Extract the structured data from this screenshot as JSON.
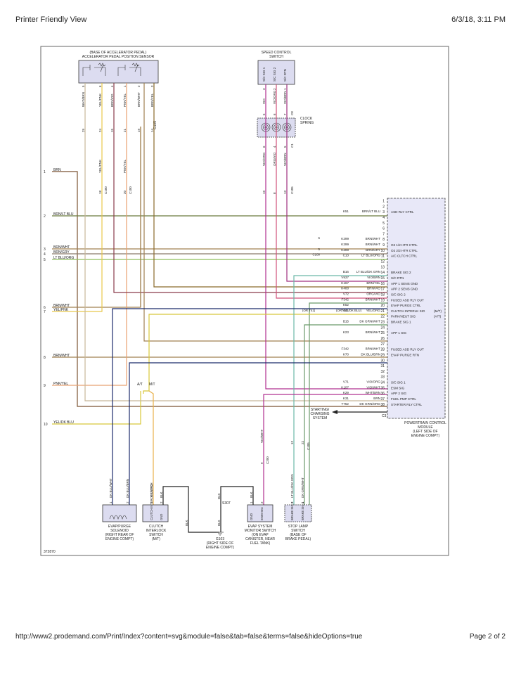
{
  "page": {
    "header_left": "Printer Friendly View",
    "header_right": "6/3/18, 3:11 PM",
    "footer_left": "http://www2.prodemand.com/Print/Index?content=svg&module=false&tab=false&terms=false&hideOptions=true",
    "footer_right": "Page 2 of 2"
  },
  "diagram": {
    "figure_id": "372870",
    "app_sensor": {
      "title1": "(BASE OF ACCELERATOR PEDAL)",
      "title2": "ACCELERATOR PEDAL POSITION SENSOR",
      "connector": "C105",
      "pins": [
        {
          "wire": "WHT/BRN",
          "pin": "5"
        },
        {
          "wire": "YEL/PNK",
          "pin": "6"
        },
        {
          "wire": "BRN/VIO",
          "pin": "4"
        },
        {
          "wire": "PNK/YEL",
          "pin": "1"
        },
        {
          "wire": "BRN/WHT",
          "pin": "2"
        },
        {
          "wire": "BRN/YEL",
          "pin": "3"
        }
      ],
      "cavities": [
        "29",
        "24",
        "15",
        "21",
        "19",
        "14"
      ]
    },
    "speed_switch": {
      "title1": "SPEED CONTROL",
      "title2": "SWITCH",
      "pins": [
        {
          "label": "S/C SIG 1",
          "pin": "3",
          "wire": "VIO"
        },
        {
          "label": "S/C SIG 2",
          "pin": "2",
          "wire": "VIO/ORG"
        },
        {
          "label": "S/C RTN",
          "pin": "1",
          "wire": "VIO/BRN"
        }
      ],
      "top_connector": "C8",
      "bottom_connector": "C1",
      "top_cavities": [
        "5",
        "6",
        "7"
      ],
      "bottom_cavities": [
        "6",
        "4",
        "5"
      ],
      "bottom_wires": [
        "VIO/ORG",
        "ORG/VIO",
        "VIO/BRN"
      ],
      "pcm_cavities": [
        "19",
        "8",
        "13"
      ],
      "pcm_connector": "C105"
    },
    "clock_spring": {
      "label1": "CLOCK",
      "label2": "SPRING"
    },
    "splice_c100": {
      "wires": [
        "YEL/PNK",
        "PNK/YEL"
      ],
      "cavities": [
        "18",
        "20"
      ],
      "connector": "C100"
    },
    "left_wires": [
      {
        "num": "1",
        "label": "BRN"
      },
      {
        "num": "2",
        "label": "BRN/LT BLU"
      },
      {
        "num": "3",
        "label": "BRN/WHT"
      },
      {
        "num": "4",
        "label": "BRN/GRY"
      },
      {
        "num": "5",
        "label": "LT BLU/ORG"
      },
      {
        "num": "6",
        "label": "BRN/WHT"
      },
      {
        "num": "7",
        "label": "YEL/PNK"
      },
      {
        "num": "8",
        "label": "BRN/WHT"
      },
      {
        "num": "9",
        "label": "PNK/YEL"
      },
      {
        "num": "10",
        "label": "YEL/DK BLU"
      }
    ],
    "pcm": {
      "label1": "POWERTRAIN CONTROL",
      "label2": "MODULE",
      "label3": "(LEFT SIDE OF",
      "label4": "ENGINE COMPT)",
      "connector": "C3",
      "pins": [
        {
          "n": "1"
        },
        {
          "n": "2"
        },
        {
          "n": "3",
          "circuit": "K51",
          "wire": "BRN/LT BLU",
          "func": "ASD RLY CTRL"
        },
        {
          "n": "4"
        },
        {
          "n": "5"
        },
        {
          "n": "6"
        },
        {
          "n": "7"
        },
        {
          "n": "8",
          "circuit": "K299",
          "wire": "BRN/WHT",
          "cav": "6"
        },
        {
          "n": "9",
          "circuit": "K299",
          "wire": "BRN/WHT",
          "func": "O2 1/2 HTR CTRL"
        },
        {
          "n": "10",
          "circuit": "K399",
          "wire": "BRN/GRY",
          "func": "O2 2/2 HTR CTRL",
          "cav": "5"
        },
        {
          "n": "11",
          "circuit": "C13",
          "wire": "LT BLU/ORG",
          "func": "A/C CLTCH CTRL",
          "cav": "C100"
        },
        {
          "n": "12"
        },
        {
          "n": "13"
        },
        {
          "n": "14",
          "circuit": "B16",
          "wire": "LT BLU/DK GRN",
          "func": "BRAKE SIG 2"
        },
        {
          "n": "15",
          "circuit": "V937",
          "wire": "VIO/BRN",
          "func": "S/C RTN"
        },
        {
          "n": "16",
          "circuit": "K167",
          "wire": "BRN/YEL",
          "func": "APP 1 SENS GND"
        },
        {
          "n": "17",
          "circuit": "K400",
          "wire": "BRN/VIO",
          "func": "APP 2 SENS GND"
        },
        {
          "n": "18",
          "circuit": "V72",
          "wire": "ORG/VIO",
          "func": "S/C SIG 2"
        },
        {
          "n": "19",
          "circuit": "F342",
          "wire": "BRN/WHT",
          "func": "FUSED ASD RLY OUT"
        },
        {
          "n": "20",
          "circuit": "K52",
          "func": "EVAP PURGE CTRL"
        },
        {
          "n": "21",
          "circuit": "T141",
          "wire": "YEL/ORG",
          "func": "CLUTCH INTERLK SIG",
          "note": "(OR T41)",
          "note2": "(OR YEL/DK BLU)",
          "trans": "(M/T)"
        },
        {
          "n": "22",
          "func": "PARK/NEUT SIG",
          "trans": "(A/T)"
        },
        {
          "n": "23",
          "circuit": "B15",
          "wire": "DK GRN/WHT",
          "func": "BRAKE SIG 1"
        },
        {
          "n": "24"
        },
        {
          "n": "25",
          "circuit": "K23",
          "wire": "BRN/WHT",
          "func": "APP 1 SIG"
        },
        {
          "n": "26"
        },
        {
          "n": "27"
        },
        {
          "n": "28",
          "circuit": "F342",
          "wire": "BRN/WHT",
          "func": "FUSED ASD RLY OUT"
        },
        {
          "n": "29",
          "circuit": "K70",
          "wire": "DK BLU/BRN",
          "func": "EVAP PURGE RTN"
        },
        {
          "n": "30"
        },
        {
          "n": "31"
        },
        {
          "n": "32"
        },
        {
          "n": "33"
        },
        {
          "n": "34",
          "circuit": "V71",
          "wire": "VIO/ORG",
          "func": "S/C SIG 1"
        },
        {
          "n": "35",
          "circuit": "K107",
          "wire": "VIO/WHT",
          "func": "ESM SIG"
        },
        {
          "n": "36",
          "circuit": "K29",
          "wire": "WHT/BRN",
          "func": "APP 2 SIG"
        },
        {
          "n": "37",
          "circuit": "K31",
          "wire": "BRN",
          "func": "FUEL PMP CTRL"
        },
        {
          "n": "38",
          "circuit": "T752",
          "wire": "DK GRN/ORG",
          "func": "STARTER RLY CTRL"
        }
      ],
      "starting_label1": "STARTING/",
      "starting_label2": "CHARGING",
      "starting_label3": "SYSTEM"
    },
    "at_mt": {
      "at": "A/T",
      "mt": "M/T"
    },
    "evap_solenoid": {
      "wires": [
        "DK BLU/WHT",
        "DK BLU/BRN"
      ],
      "pins": [
        "1",
        "2"
      ],
      "label1": "EVAP/PURGE",
      "label2": "SOLENOID",
      "label3": "(RIGHT REAR OF",
      "label4": "ENGINE COMPT)"
    },
    "clutch_switch": {
      "wires": [
        "YEL/ORG",
        "BLK"
      ],
      "pins": [
        "1",
        "2"
      ],
      "pin_labels": [
        "CLUTCH INTERLK SWITCH",
        "GND"
      ],
      "label1": "CLUTCH",
      "label2": "INTERLOCK",
      "label3": "SWITCH",
      "label4": "(M/T)"
    },
    "ground": {
      "wire": "BLK",
      "splice": "S307",
      "label1": "G103",
      "label2": "(RIGHT SIDE OF",
      "label3": "ENGINE COMPT)"
    },
    "esm": {
      "wire": "VIO/WHT",
      "cavity": "9",
      "connector": "C200",
      "pins": [
        "1",
        "2"
      ],
      "pin_labels": [
        "GND",
        "ESM SIG"
      ],
      "label1": "EVAP SYSTEM",
      "label2": "MONITOR SWITCH",
      "label3": "(ON EVAP",
      "label4": "CANISTER, NEAR",
      "label5": "FUEL TANK)"
    },
    "stop_lamp": {
      "wires": [
        "LT BLU/DK GRN",
        "DK GRN/WHT"
      ],
      "cavities": [
        "12",
        "22"
      ],
      "connector": "C105",
      "pins": [
        "3",
        "4"
      ],
      "pin_labels": [
        "BRAKE SIG 2",
        "BRAKE SIG 1"
      ],
      "label1": "STOP LAMP",
      "label2": "SWITCH",
      "label3": "(BASE OF",
      "label4": "BRAKE PEDAL)"
    },
    "colors": {
      "brn": "#7a5230",
      "brn_lt_blu": "#6b7a3e",
      "brn_wht": "#a08050",
      "brn_gry": "#8a7a6a",
      "lt_blu_org": "#8fbf5a",
      "yel_pnk": "#e8c84a",
      "pnk_yel": "#e8a070",
      "yel_dk_blu": "#d8c83a",
      "vio": "#b03090",
      "vio_org": "#c83c8c",
      "org_vio": "#d0507a",
      "vio_brn": "#a03080",
      "brn_yel": "#8a6a2a",
      "brn_vio": "#8a3a4a",
      "wht_brn": "#c8b89a",
      "dk_blu": "#1a2a6a",
      "lt_blu_dk_grn": "#6ab8a8",
      "dk_grn_wht": "#6a9a6a",
      "blk": "#222222",
      "yel_org": "#e8b04a",
      "frame": "#666666",
      "pcm_fill": "#e8e8f8",
      "connector_fill": "#dcdcf0"
    }
  }
}
